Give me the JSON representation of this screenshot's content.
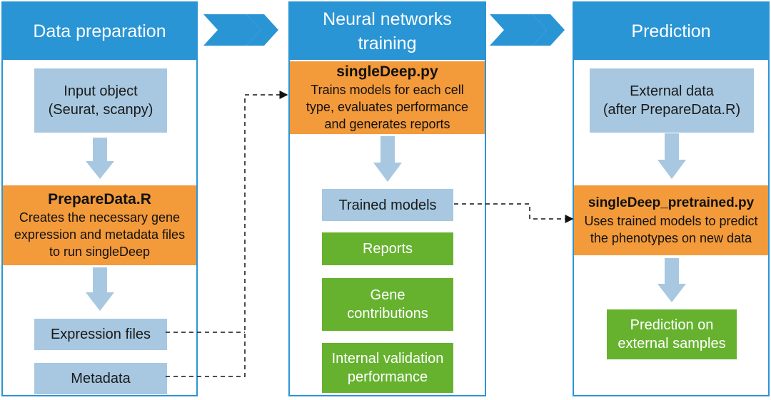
{
  "columns": [
    {
      "title": "Data preparation",
      "boxes": {
        "input": "Input object\n(Seurat, scanpy)",
        "script_title": "PrepareData.R",
        "script_desc": "Creates the necessary gene expression and metadata files to run singleDeep",
        "expression": "Expression files",
        "metadata": "Metadata"
      }
    },
    {
      "title": "Neural networks training",
      "boxes": {
        "script_title": "singleDeep.py",
        "script_desc": "Trains models for each cell type, evaluates performance and generates reports",
        "trained": "Trained models",
        "reports": "Reports",
        "gene": "Gene contributions",
        "internal": "Internal validation performance"
      }
    },
    {
      "title": "Prediction",
      "boxes": {
        "external": "External data\n(after PrepareData.R)",
        "script_title": "singleDeep_pretrained.py",
        "script_desc": "Uses trained models to predict the phenotypes on new data",
        "prediction": "Prediction on external samples"
      }
    }
  ],
  "colors": {
    "header": "#2a95d5",
    "input_box": "#a7c8e0",
    "script_box": "#f39a3a",
    "output_box": "#66b22f",
    "arrow": "#a7c8e0",
    "chevron": "#2a95d5"
  }
}
